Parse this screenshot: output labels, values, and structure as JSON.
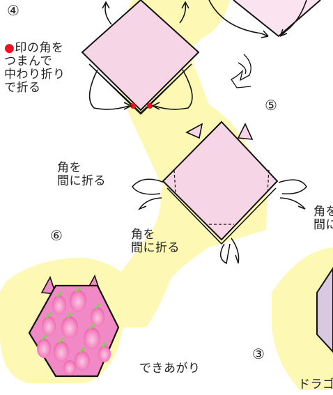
{
  "steps": {
    "step3": "③",
    "step4": "④",
    "step5": "⑤",
    "step6": "⑥"
  },
  "labels": {
    "pinch_dot": "●",
    "pinch_text": "印の角を\nつまんで\n中わり折り\nで折る",
    "left_fold": "角を\n間に折る",
    "bottom_fold": "角を\n間に折る",
    "right_fold_cut": "角を\n間に",
    "finished": "できあがり",
    "dragon_cut": "ドラゴ"
  },
  "colors": {
    "paper": "#f6d6e6",
    "path": "#fdf8b4",
    "fruit": "#f089c6",
    "seed_highlight": "#f6c0dd",
    "seed_tip": "#8acc58",
    "marker": "#e8141e",
    "hex": "#d8c8e0"
  }
}
